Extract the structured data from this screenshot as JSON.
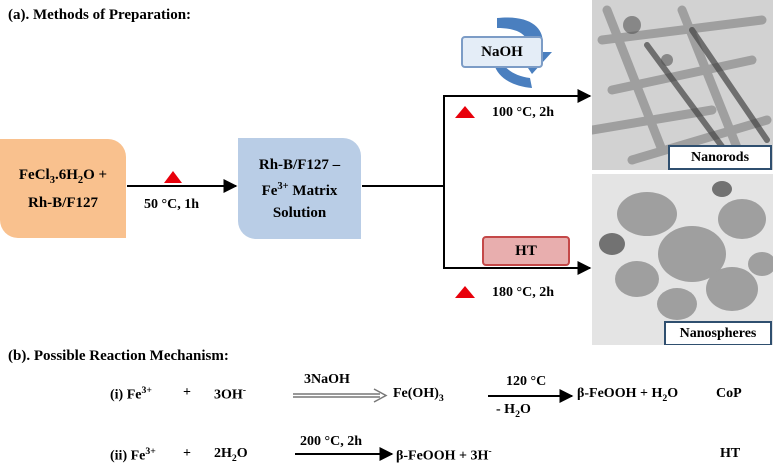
{
  "section_a": {
    "title": "(a). Methods of Preparation:"
  },
  "box_precursor": {
    "line1": "FeCl",
    "line1_sub": "3",
    "line1_rest": ".6H",
    "line1_sub2": "2",
    "line1_end": "O +",
    "line2": "Rh-B/F127"
  },
  "box_matrix": {
    "line1": "Rh-B/F127 –",
    "line2_pre": "Fe",
    "line2_sup": "3+",
    "line2_post": " Matrix",
    "line3": "Solution"
  },
  "step1": {
    "condition": "50 °C, 1h"
  },
  "branch_top": {
    "reagent": "NaOH",
    "condition": "100 °C, 2h",
    "product": "Nanorods"
  },
  "branch_bottom": {
    "reagent": "HT",
    "condition": "180 °C, 2h",
    "product": "Nanospheres"
  },
  "section_b": {
    "title": "(b).  Possible Reaction Mechanism:"
  },
  "reaction1": {
    "label": "(i) Fe",
    "label_sup": "3+",
    "plus1": "+",
    "reagent": "3OH",
    "reagent_sup": "-",
    "arrow_top": "3NaOH",
    "intermediate": "Fe(OH)",
    "intermediate_sub": "3",
    "arrow2_top": "120 °C",
    "arrow2_bottom": "- H",
    "arrow2_bottom_sub": "2",
    "arrow2_bottom_end": "O",
    "product": "β-FeOOH + H",
    "product_sub": "2",
    "product_end": "O",
    "method": "CoP"
  },
  "reaction2": {
    "label": "(ii) Fe",
    "label_sup": "3+",
    "plus1": "+",
    "reagent": "2H",
    "reagent_sub": "2",
    "reagent_end": "O",
    "arrow_top": "200 °C, 2h",
    "product": "β-FeOOH  + 3H",
    "product_sup": "-",
    "method": "HT"
  },
  "colors": {
    "orange_box": "#f9c18e",
    "blue_box": "#b9cde6",
    "triangle": "#e8000b",
    "ht_tag": "#e8aeae",
    "naoh_tag": "#e4edf7"
  }
}
